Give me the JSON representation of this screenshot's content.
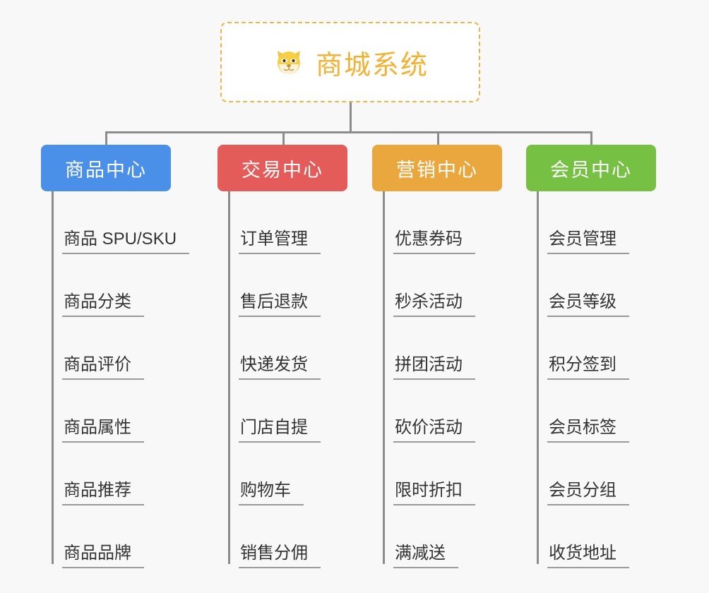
{
  "page": {
    "background_color": "#f8f8f8",
    "type": "mindmap"
  },
  "root": {
    "icon": "dog-face-icon",
    "icon_glyph": "🐕",
    "title": "商城系统",
    "title_color": "#f2b233",
    "border_color": "#f0b24a",
    "border_style": "dashed"
  },
  "connector": {
    "color": "#8c8c8c"
  },
  "branches": [
    {
      "id": "product-center",
      "label": "商品中心",
      "color": "#4a90e8",
      "leaves": [
        {
          "label": "商品 SPU/SKU"
        },
        {
          "label": "商品分类"
        },
        {
          "label": "商品评价"
        },
        {
          "label": "商品属性"
        },
        {
          "label": "商品推荐"
        },
        {
          "label": "商品品牌"
        }
      ]
    },
    {
      "id": "trade-center",
      "label": "交易中心",
      "color": "#e35c59",
      "leaves": [
        {
          "label": "订单管理"
        },
        {
          "label": "售后退款"
        },
        {
          "label": "快递发货"
        },
        {
          "label": "门店自提"
        },
        {
          "label": "购物车"
        },
        {
          "label": "销售分佣"
        }
      ]
    },
    {
      "id": "marketing-center",
      "label": "营销中心",
      "color": "#eaa73e",
      "leaves": [
        {
          "label": "优惠券码"
        },
        {
          "label": "秒杀活动"
        },
        {
          "label": "拼团活动"
        },
        {
          "label": "砍价活动"
        },
        {
          "label": "限时折扣"
        },
        {
          "label": "满减送"
        }
      ]
    },
    {
      "id": "member-center",
      "label": "会员中心",
      "color": "#76c043",
      "leaves": [
        {
          "label": "会员管理"
        },
        {
          "label": "会员等级"
        },
        {
          "label": "积分签到"
        },
        {
          "label": "会员标签"
        },
        {
          "label": "会员分组"
        },
        {
          "label": "收货地址"
        }
      ]
    }
  ]
}
